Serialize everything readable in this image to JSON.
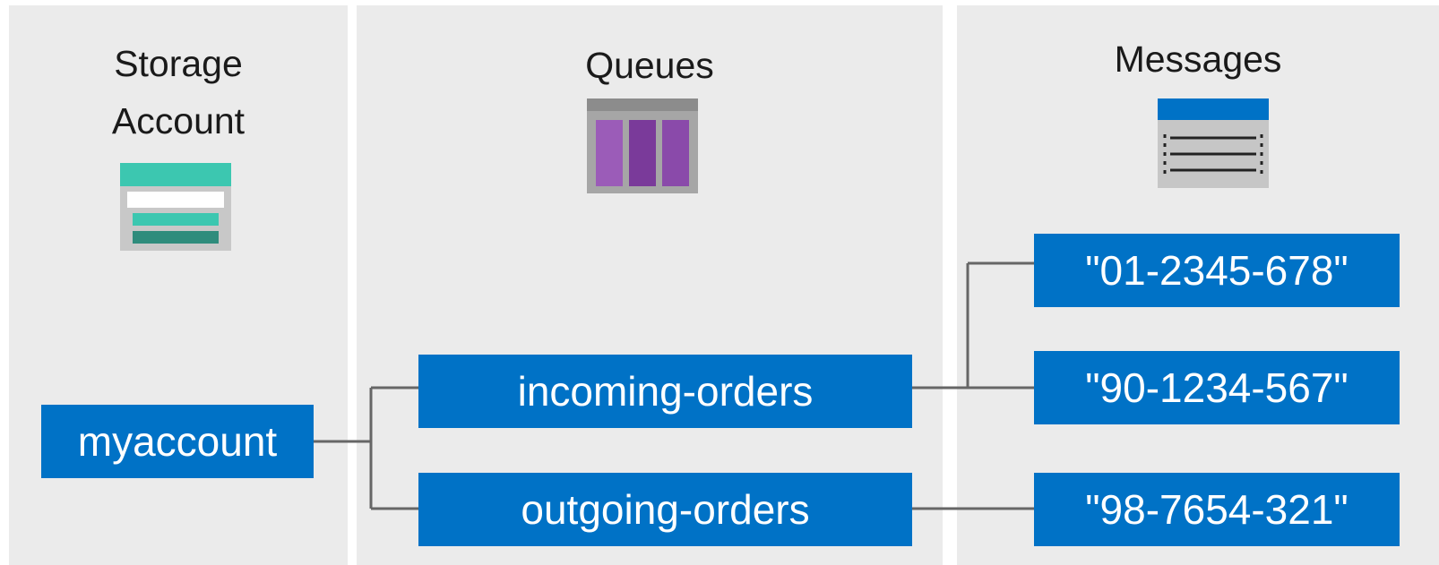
{
  "columns": {
    "storage": {
      "title_line1": "Storage",
      "title_line2": "Account",
      "icon": "storage-account-icon"
    },
    "queues": {
      "title": "Queues",
      "icon": "queue-icon"
    },
    "messages": {
      "title": "Messages",
      "icon": "message-icon"
    }
  },
  "nodes": {
    "account": "myaccount",
    "queues": [
      "incoming-orders",
      "outgoing-orders"
    ],
    "messages": [
      "\"01-2345-678\"",
      "\"90-1234-567\"",
      "\"98-7654-321\""
    ]
  },
  "colors": {
    "node_fill": "#0072c6",
    "column_bg": "#ebebeb",
    "connector": "#666666",
    "storage_teal": "#3cc7b0",
    "queue_purple": "#7a3a9a",
    "message_blue": "#0072c6"
  }
}
